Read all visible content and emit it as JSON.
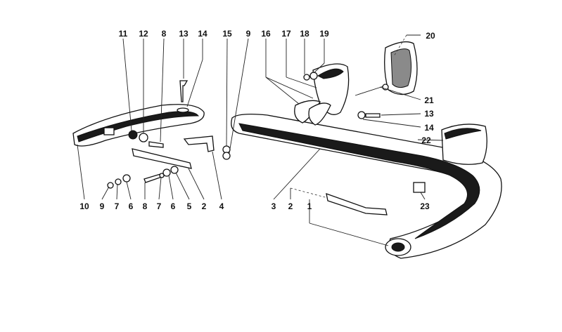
{
  "diagram": {
    "title": "Bumper exploded parts diagram",
    "callouts": {
      "top": [
        "11",
        "12",
        "8",
        "13",
        "14",
        "15",
        "9",
        "16",
        "17",
        "18",
        "19"
      ],
      "top_right": "20",
      "right": [
        "21",
        "13",
        "14",
        "22"
      ],
      "right_lower": "23",
      "bottom": [
        "10",
        "9",
        "7",
        "6",
        "8",
        "7",
        "6",
        "5",
        "2",
        "4",
        "3",
        "2",
        "1"
      ]
    }
  }
}
